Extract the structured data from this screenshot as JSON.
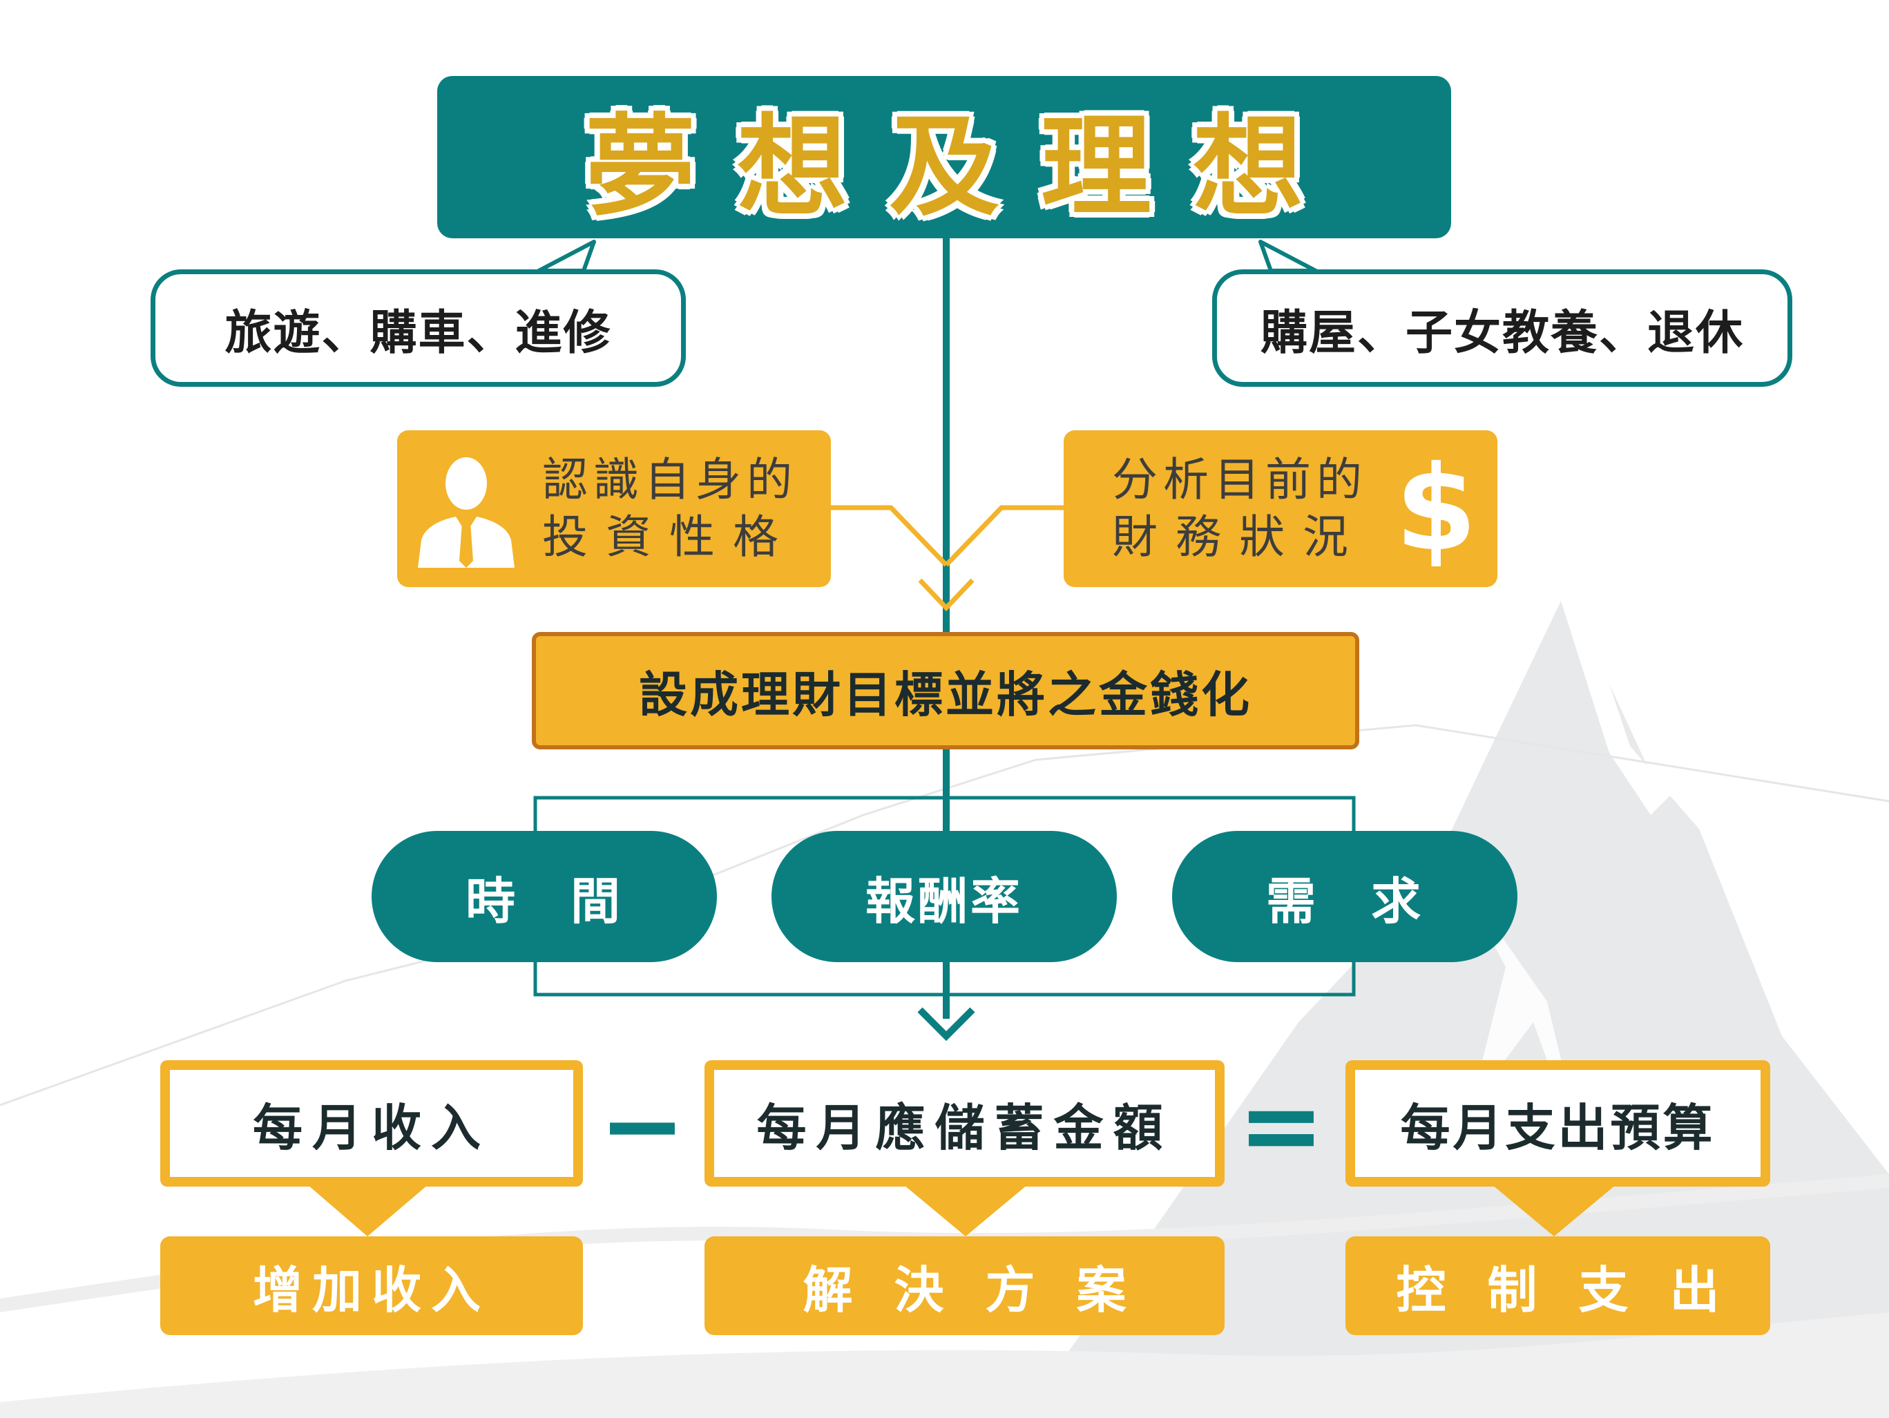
{
  "title": "夢想及理想",
  "bubbles": {
    "left": "旅遊、購車、進修",
    "right": "購屋、子女教養、退休"
  },
  "info_boxes": {
    "left": {
      "line1": "認識自身的",
      "line2": "投資性格",
      "icon": "person-silhouette-icon"
    },
    "right": {
      "line1": "分析目前的",
      "line2": "財務狀況",
      "icon": "dollar-sign-icon"
    }
  },
  "goal": "設成理財目標並將之金錢化",
  "factors": [
    "時　間",
    "報酬率",
    "需　求"
  ],
  "equation": {
    "income": "每月收入",
    "minus": "−",
    "savings": "每月應儲蓄金額",
    "equals": "=",
    "budget": "每月支出預算"
  },
  "actions": {
    "income": "增加收入",
    "savings": "解決方案",
    "budget": "控制支出"
  },
  "colors": {
    "teal": "#0b7f80",
    "gold": "#f3b32a",
    "dark_gold": "#c2721a",
    "mountain": "#e8e9ea"
  }
}
